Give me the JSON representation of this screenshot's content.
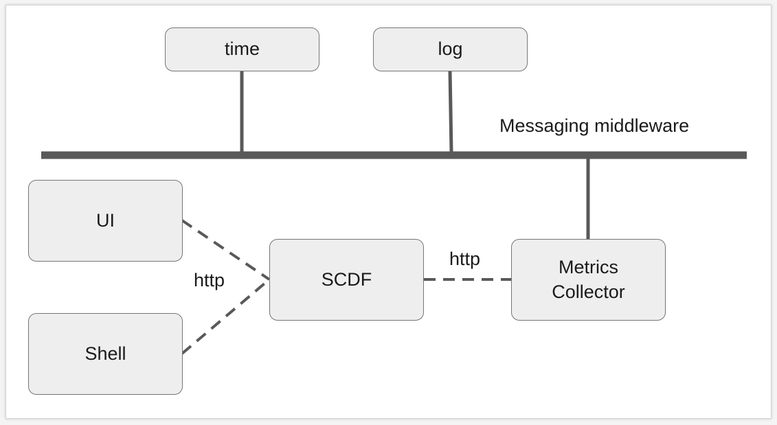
{
  "bus": {
    "label": "Messaging middleware"
  },
  "nodes": {
    "time": "time",
    "log": "log",
    "ui": "UI",
    "shell": "Shell",
    "scdf": "SCDF",
    "metrics": "Metrics\nCollector"
  },
  "edges": {
    "client_protocol": "http",
    "collector_protocol": "http"
  },
  "colors": {
    "line": "#595959",
    "node_fill": "#eeeeee",
    "node_border": "#757575"
  }
}
